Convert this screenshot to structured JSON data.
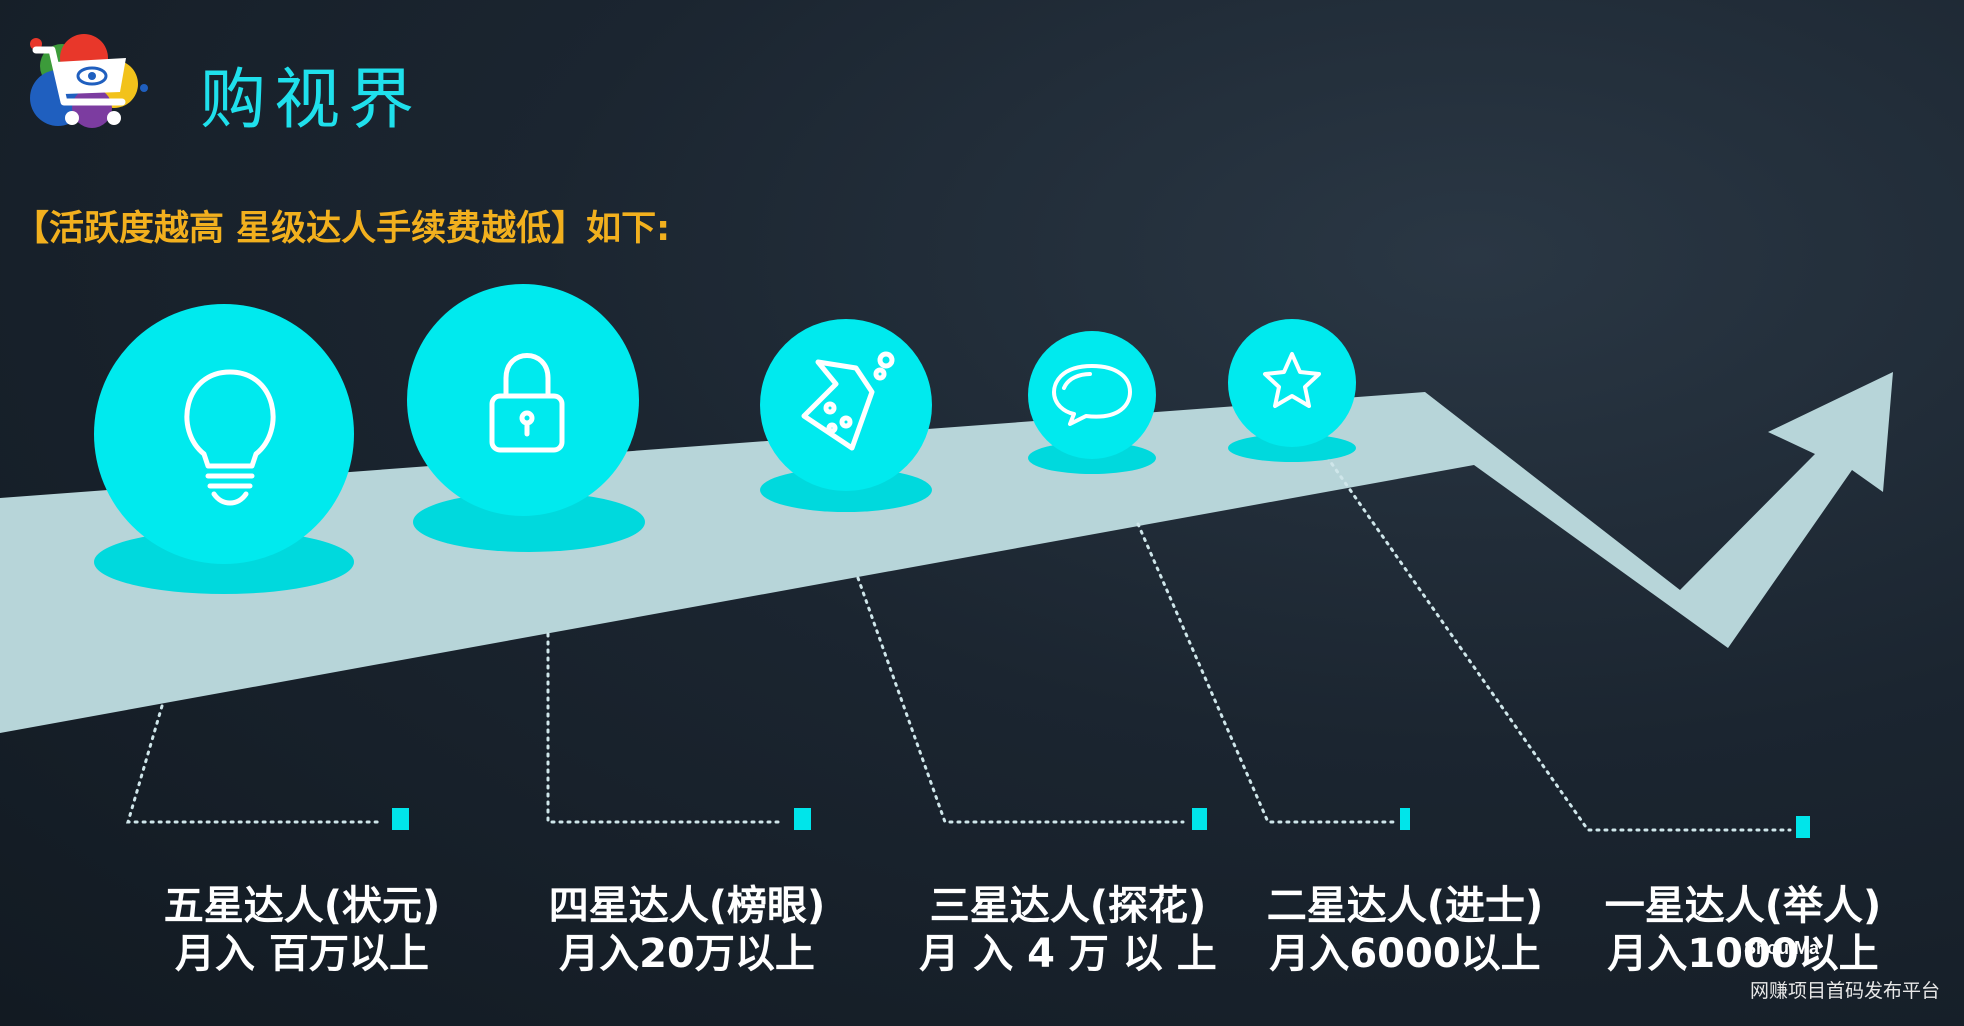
{
  "brand": {
    "name": "购视界"
  },
  "subtitle": "【活跃度越高 星级达人手续费越低】如下:",
  "levels": [
    {
      "title": "五星达人(状元)",
      "income": "月入 百万以上",
      "icon": "lightbulb-icon"
    },
    {
      "title": "四星达人(榜眼)",
      "income": "月入20万以上",
      "icon": "padlock-icon"
    },
    {
      "title": "三星达人(探花)",
      "income": "月 入 4 万 以 上",
      "icon": "flask-icon"
    },
    {
      "title": "二星达人(进士)",
      "income": "月入6000以上",
      "icon": "chat-bubble-icon"
    },
    {
      "title": "一星达人(举人)",
      "income": "月入1000以上",
      "icon": "star-icon"
    }
  ],
  "watermark": {
    "main": "Shou.Ma",
    "sub": "网赚项目首码发布平台"
  },
  "colors": {
    "accent": "#00e5ea",
    "ribbon": "#b7d5d9",
    "heading": "#f2b01e",
    "text": "#ffffff"
  }
}
